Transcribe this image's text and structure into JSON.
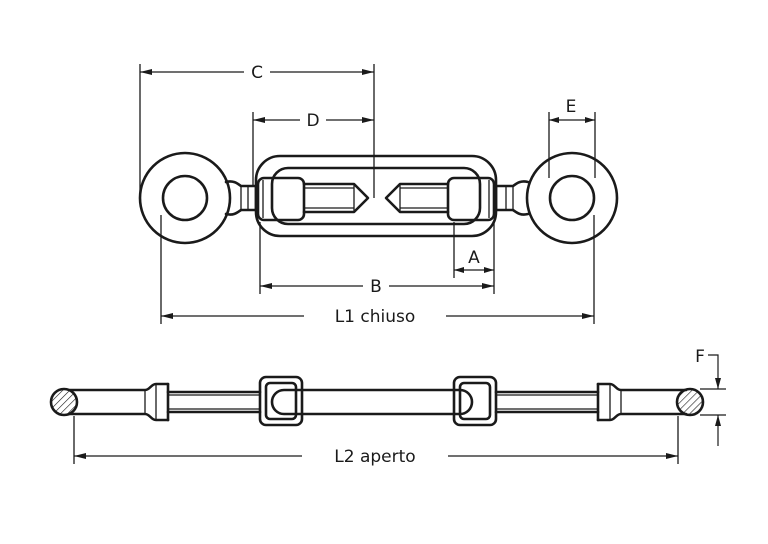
{
  "labels": {
    "c": "C",
    "d": "D",
    "e": "E",
    "a": "A",
    "b": "B",
    "l1": "L1 chiuso",
    "f": "F",
    "l2": "L2 aperto"
  }
}
